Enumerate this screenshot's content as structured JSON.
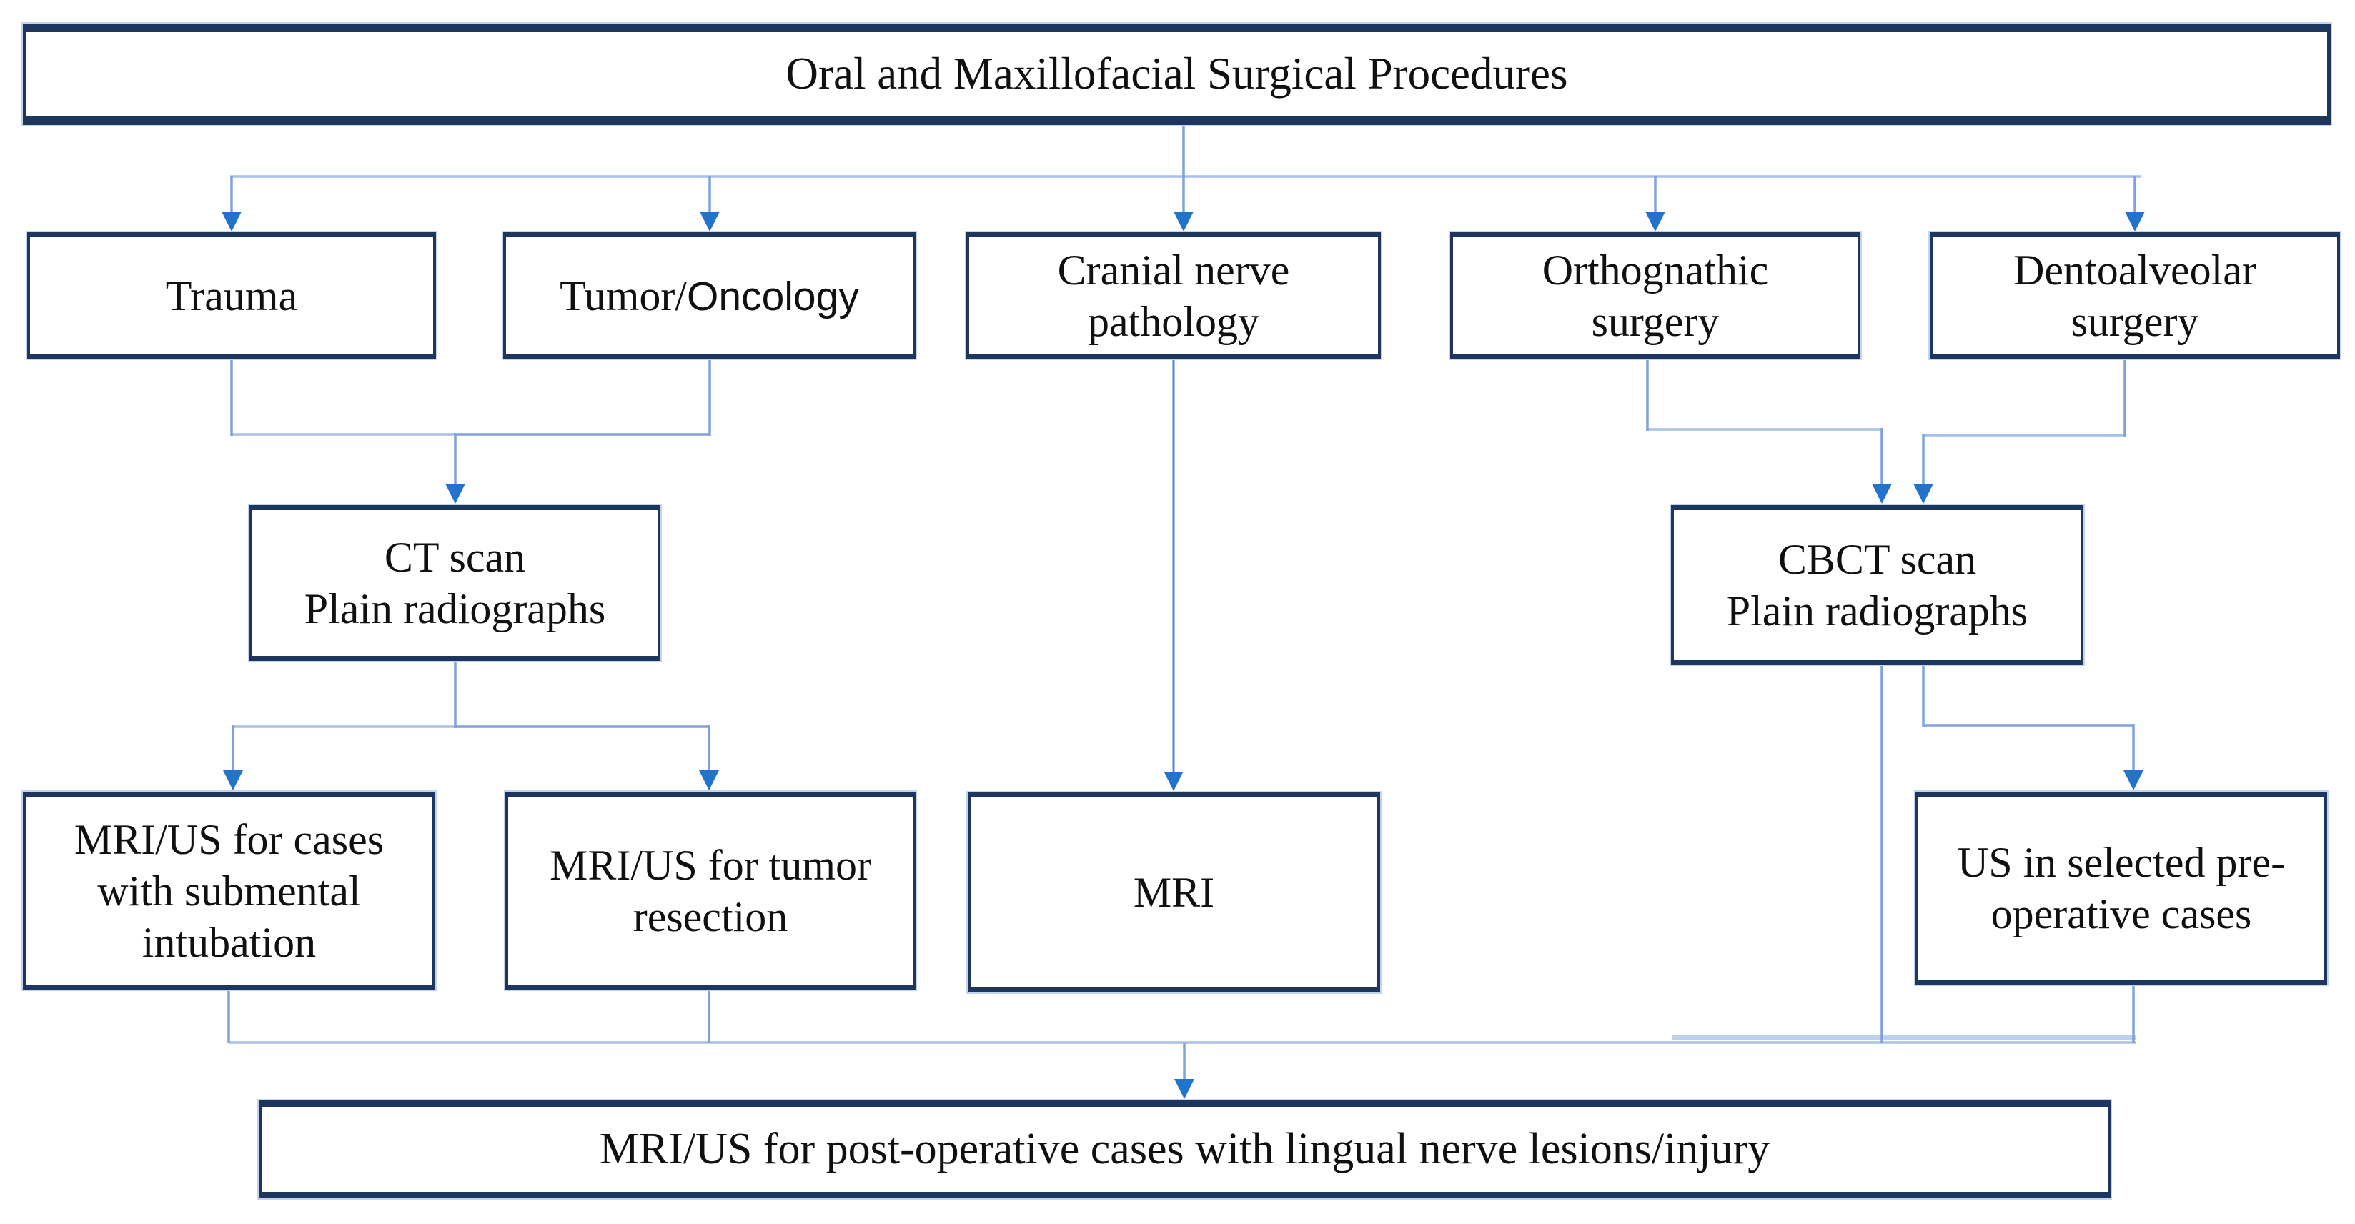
{
  "title": {
    "label": "Oral and Maxillofacial Surgical Procedures"
  },
  "nodes": {
    "trauma": {
      "label": "Trauma"
    },
    "tumor": {
      "label_serif": "Tumor/",
      "label_sans": "Oncology"
    },
    "cranial": {
      "label": "Cranial nerve\npathology"
    },
    "orthognathic": {
      "label": "Orthognathic\nsurgery"
    },
    "dentoalveolar": {
      "label": "Dentoalveolar\nsurgery"
    },
    "ct": {
      "label": "CT scan\nPlain radiographs"
    },
    "cbct": {
      "label": "CBCT scan\nPlain radiographs"
    },
    "mri_us_submental": {
      "label": "MRI/US for cases\nwith submental\nintubation"
    },
    "mri_us_tumor": {
      "label": "MRI/US for tumor\nresection"
    },
    "mri": {
      "label": "MRI"
    },
    "us_preop": {
      "label": "US in selected pre-\noperative cases"
    },
    "postop": {
      "label": "MRI/US for post-operative cases with lingual nerve lesions/injury"
    }
  },
  "colors": {
    "box_border": "#1E355E",
    "line_light": "#A6C0E7",
    "line_mid": "#7FA2DC",
    "line_strong": "#4E86D4",
    "band_light": "#BDD1EE",
    "arrowhead": "#2273CB",
    "text": "#101010",
    "background": "#FFFFFF"
  }
}
